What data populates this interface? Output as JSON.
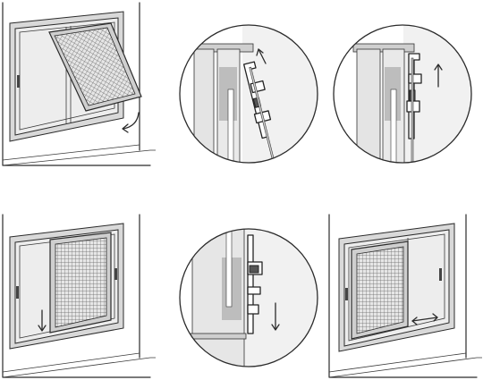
{
  "diagram": {
    "steps": [
      {
        "id": "step-1",
        "action": "tilt-in-mesh-screen"
      },
      {
        "id": "step-2",
        "action": "lift-into-top-track"
      },
      {
        "id": "step-3",
        "action": "push-up-fully"
      },
      {
        "id": "step-4",
        "action": "lower-mesh-screen"
      },
      {
        "id": "step-5",
        "action": "seat-into-bottom-track"
      },
      {
        "id": "step-6",
        "action": "slide-horizontally"
      }
    ],
    "icons": {
      "curved_arrow": "curved-arrow-icon",
      "up_arrow": "up-arrow-icon",
      "down_arrow": "down-arrow-icon",
      "double_arrow": "double-arrow-icon"
    }
  }
}
